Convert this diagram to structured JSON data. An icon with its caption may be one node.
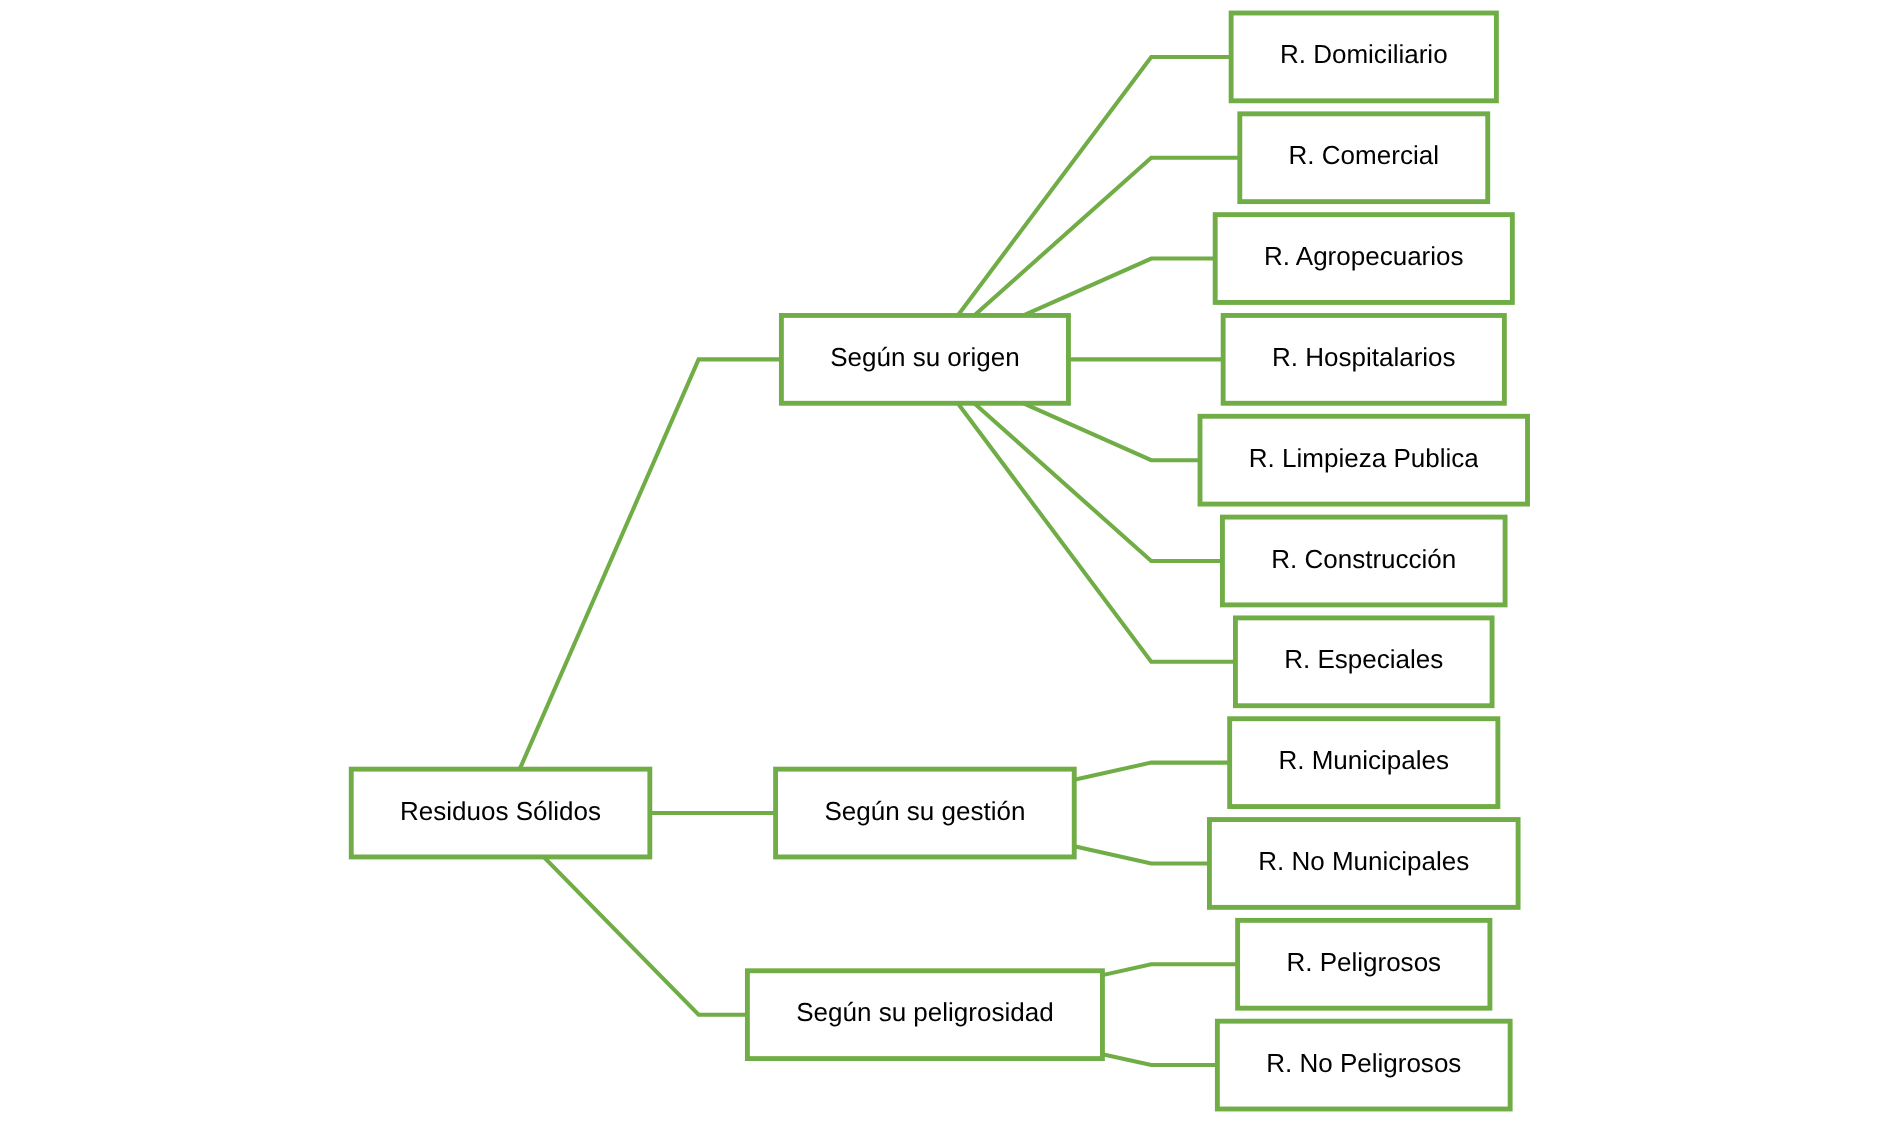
{
  "diagram": {
    "nodes": [
      {
        "text": [
          "Residuos Sólidos"
        ]
      },
      {
        "text": [
          "Según su origen"
        ]
      },
      {
        "text": [
          "R. Domiciliario"
        ]
      },
      {
        "text": [
          "R. Comercial"
        ]
      },
      {
        "text": [
          "R. Agropecuarios"
        ]
      },
      {
        "text": [
          "R. Hospitalarios"
        ]
      },
      {
        "text": [
          "R. Limpieza Publica"
        ]
      },
      {
        "text": [
          "R. Construcción"
        ]
      },
      {
        "text": [
          "R. Especiales"
        ]
      },
      {
        "text": [
          "Según su gestión"
        ]
      },
      {
        "text": [
          "R. Municipales"
        ]
      },
      {
        "text": [
          "R. No Municipales"
        ]
      },
      {
        "text": [
          "Según su peligrosidad"
        ]
      },
      {
        "text": [
          "R. Peligrosos"
        ]
      },
      {
        "text": [
          "R. No Peligrosos"
        ]
      }
    ],
    "edges": [
      {
        "from": 0,
        "to": 1,
        "arrow": "none"
      },
      {
        "from": 0,
        "to": 9,
        "arrow": "none"
      },
      {
        "from": 0,
        "to": 12,
        "arrow": "none"
      },
      {
        "from": 1,
        "to": 2,
        "arrow": "none"
      },
      {
        "from": 1,
        "to": 3,
        "arrow": "none"
      },
      {
        "from": 1,
        "to": 4,
        "arrow": "none"
      },
      {
        "from": 1,
        "to": 5,
        "arrow": "none"
      },
      {
        "from": 1,
        "to": 6,
        "arrow": "none"
      },
      {
        "from": 1,
        "to": 7,
        "arrow": "none"
      },
      {
        "from": 1,
        "to": 8,
        "arrow": "none"
      },
      {
        "from": 9,
        "to": 10,
        "arrow": "none"
      },
      {
        "from": 9,
        "to": 11,
        "arrow": "none"
      },
      {
        "from": 12,
        "to": 13,
        "arrow": "none"
      },
      {
        "from": 12,
        "to": 14,
        "arrow": "none"
      }
    ]
  }
}
